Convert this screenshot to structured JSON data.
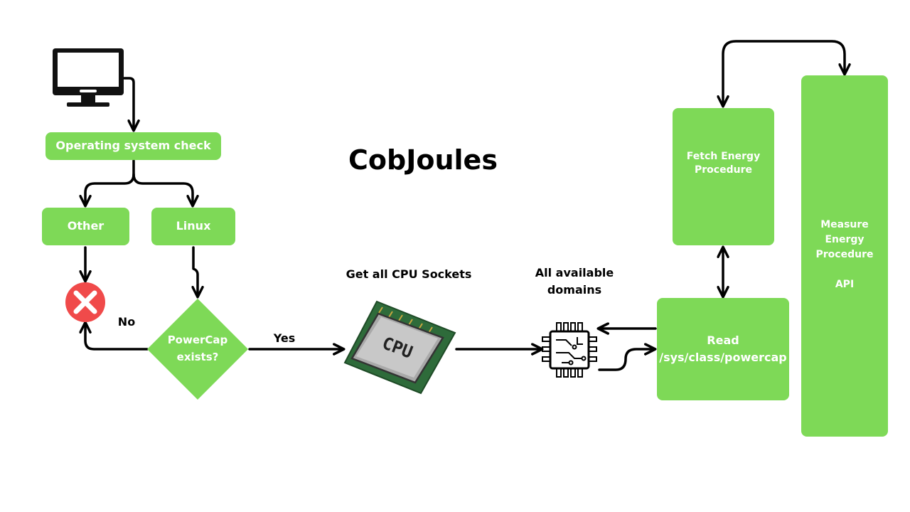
{
  "title": "CobJoules",
  "nodes": {
    "os_check": "Operating system check",
    "other": "Other",
    "linux": "Linux",
    "powercap_line1": "PowerCap",
    "powercap_line2": "exists?",
    "fetch_line1": "Fetch Energy",
    "fetch_line2": "Procedure",
    "read_line1": "Read",
    "read_line2": "/sys/class/powercap",
    "measure_line1": "Measure",
    "measure_line2": "Energy",
    "measure_line3": "Procedure",
    "measure_line4": "API"
  },
  "labels": {
    "no": "No",
    "yes": "Yes",
    "get_sockets": "Get all CPU Sockets",
    "domains_line1": "All available",
    "domains_line2": "domains",
    "cpu_chip": "CPU"
  },
  "icons": [
    "computer-monitor-icon",
    "error-x-icon",
    "cpu-chip-icon",
    "circuit-chip-icon"
  ],
  "colors": {
    "node": "#7ed957",
    "node_text": "#ffffff",
    "error": "#f04a4a",
    "chip_board": "#2e6b3a",
    "arrow": "#000000"
  }
}
